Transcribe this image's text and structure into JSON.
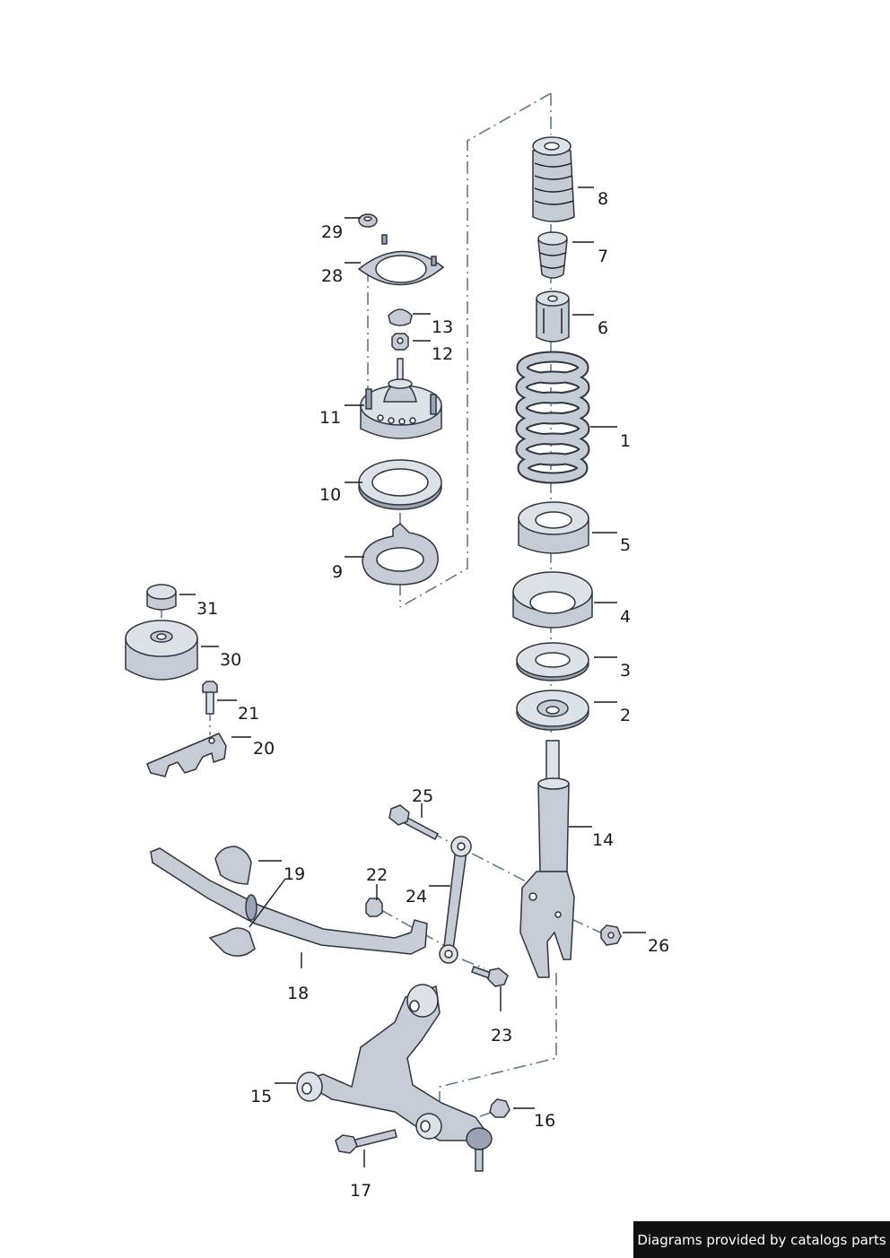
{
  "colors": {
    "part_fill": "#c5ccd6",
    "part_outline": "#2f3640",
    "dash_line": "#5e7b96",
    "credit_bg": "#111111",
    "credit_text": "#ffffff"
  },
  "callouts": [
    {
      "id": "1",
      "label": "1"
    },
    {
      "id": "2",
      "label": "2"
    },
    {
      "id": "3",
      "label": "3"
    },
    {
      "id": "4",
      "label": "4"
    },
    {
      "id": "5",
      "label": "5"
    },
    {
      "id": "6",
      "label": "6"
    },
    {
      "id": "7",
      "label": "7"
    },
    {
      "id": "8",
      "label": "8"
    },
    {
      "id": "9",
      "label": "9"
    },
    {
      "id": "10",
      "label": "10"
    },
    {
      "id": "11",
      "label": "11"
    },
    {
      "id": "12",
      "label": "12"
    },
    {
      "id": "13",
      "label": "13"
    },
    {
      "id": "14",
      "label": "14"
    },
    {
      "id": "15",
      "label": "15"
    },
    {
      "id": "16",
      "label": "16"
    },
    {
      "id": "17",
      "label": "17"
    },
    {
      "id": "18",
      "label": "18"
    },
    {
      "id": "19",
      "label": "19"
    },
    {
      "id": "20",
      "label": "20"
    },
    {
      "id": "21",
      "label": "21"
    },
    {
      "id": "22",
      "label": "22"
    },
    {
      "id": "23",
      "label": "23"
    },
    {
      "id": "24",
      "label": "24"
    },
    {
      "id": "25",
      "label": "25"
    },
    {
      "id": "26",
      "label": "26"
    },
    {
      "id": "28",
      "label": "28"
    },
    {
      "id": "29",
      "label": "29"
    },
    {
      "id": "30",
      "label": "30"
    },
    {
      "id": "31",
      "label": "31"
    }
  ],
  "credit": "Diagrams provided by catalogs parts"
}
